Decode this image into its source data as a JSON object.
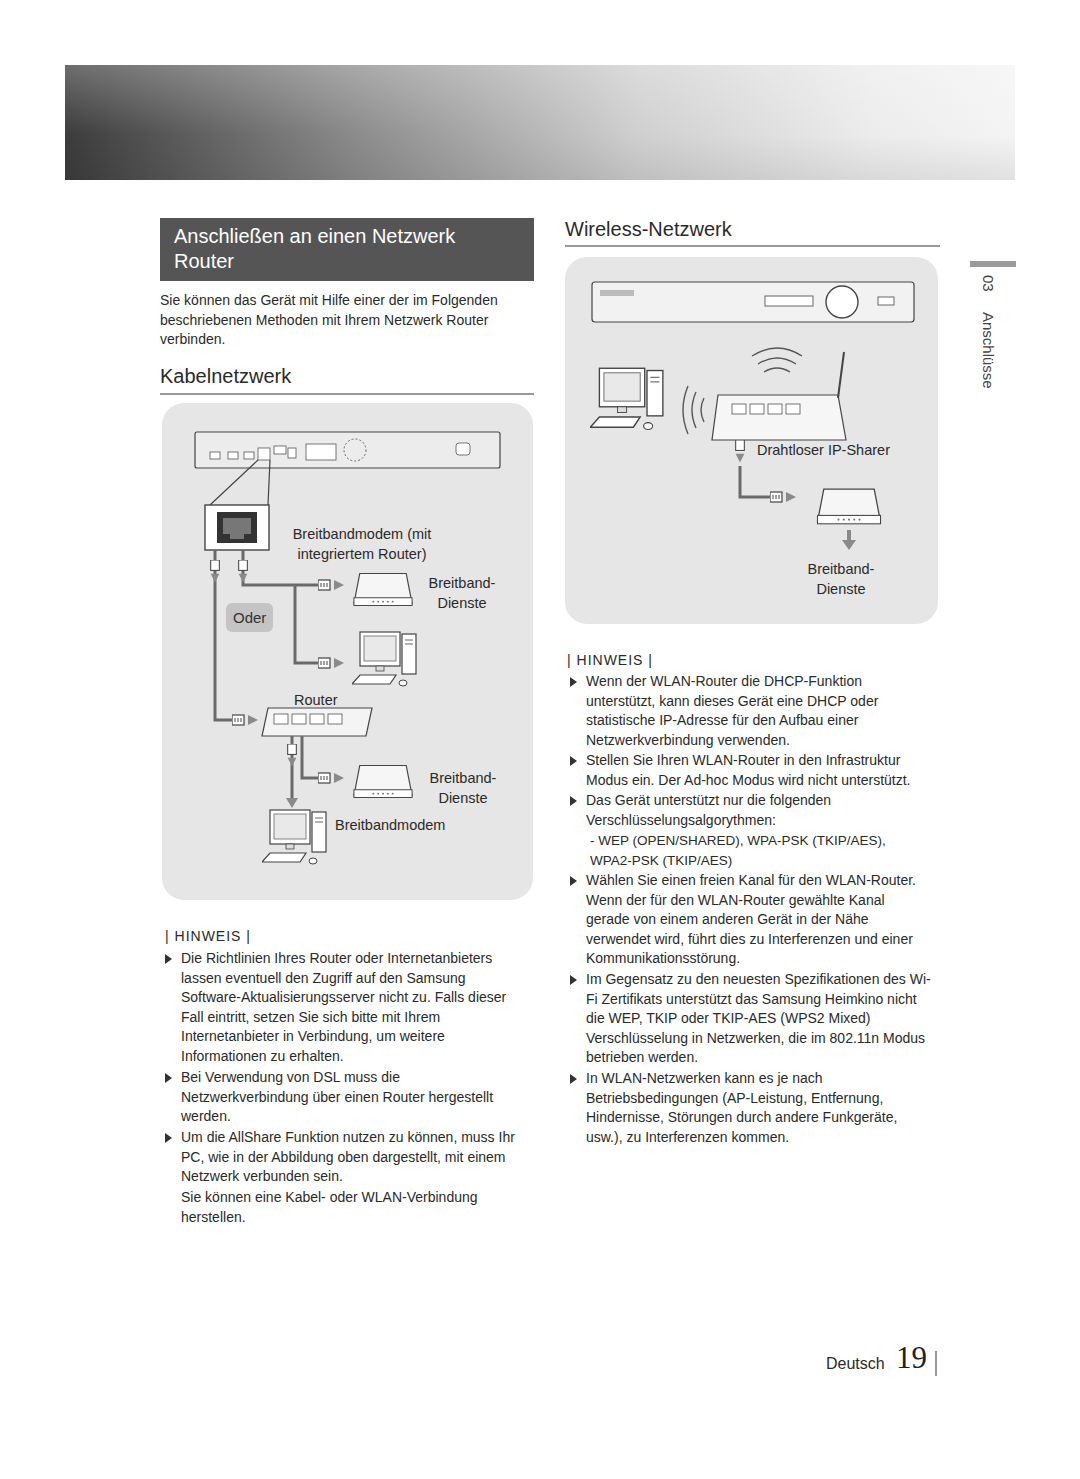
{
  "diagram": {
    "title": "Anschließen an einen Netzwerk Router",
    "nodes": [
      {
        "text": [
          "Breitbandmodem (mit integriertem Router)",
          "Breitband- Dienste",
          "Router",
          "Breitband- Dienste",
          "Breitbandmodem"
        ]
      },
      {
        "text": [
          "Oder"
        ],
        "in": 0
      },
      {
        "text": [
          "Drahtloser IP-Sharer",
          "Breitband- Dienste"
        ]
      }
    ],
    "labels": [
      "Sie können das Gerät mit Hilfe einer der im Folgenden beschriebenen Methoden mit Ihrem Netzwerk Router verbinden.",
      "Kabelnetzwerk",
      "| HINWEIS |",
      "Die Richtlinien Ihres Router oder Internetanbieters lassen eventuell den Zugriff auf den Samsung Software-Aktualisierungsserver nicht zu. Falls dieser Fall eintritt, setzen Sie sich bitte mit Ihrem Internetanbieter in Verbindung, um weitere Informationen zu erhalten.",
      "Bei Verwendung von DSL muss die Netzwerkverbindung über einen Router hergestellt werden.",
      "Um die AllShare Funktion nutzen zu können, muss Ihr PC, wie in der Abbildung oben dargestellt, mit einem Netzwerk verbunden sein.",
      "Sie können eine Kabel- oder WLAN-Verbindung herstellen.",
      "Wireless-Netzwerk",
      "| HINWEIS |",
      "Wenn der WLAN-Router die DHCP-Funktion unterstützt, kann dieses Gerät eine DHCP oder statistische IP-Adresse für den Aufbau einer Netzwerkverbindung verwenden.",
      "Stellen Sie Ihren WLAN-Router in den Infrastruktur Modus ein. Der Ad-hoc Modus wird nicht unterstützt.",
      "Das Gerät unterstützt nur die folgenden Verschlüsselungsalgorythmen:",
      "- WEP (OPEN/SHARED), WPA-PSK (TKIP/AES), WPA2-PSK (TKIP/AES)",
      "Wählen Sie einen freien Kanal für den WLAN-Router. Wenn der für den WLAN-Router gewählte Kanal gerade von einem anderen Gerät in der Nähe verwendet wird, führt dies zu Interferenzen und einer Kommunikationsstörung.",
      "Im Gegensatz zu den neuesten Spezifikationen des Wi-Fi Zertifikats unterstützt das Samsung Heimkino nicht die WEP, TKIP oder TKIP-AES (WPS2 Mixed) Verschlüsselung in Netzwerken, die im 802.11n Modus betrieben werden.",
      "In WLAN-Netzwerken kann es je nach Betriebsbedingungen (AP-Leistung, Entfernung, Hindernisse, Störungen durch andere Funkgeräte, usw.), zu Interferenzen kommen.",
      "03",
      "Anschlüsse",
      "Deutsch",
      "19"
    ]
  }
}
